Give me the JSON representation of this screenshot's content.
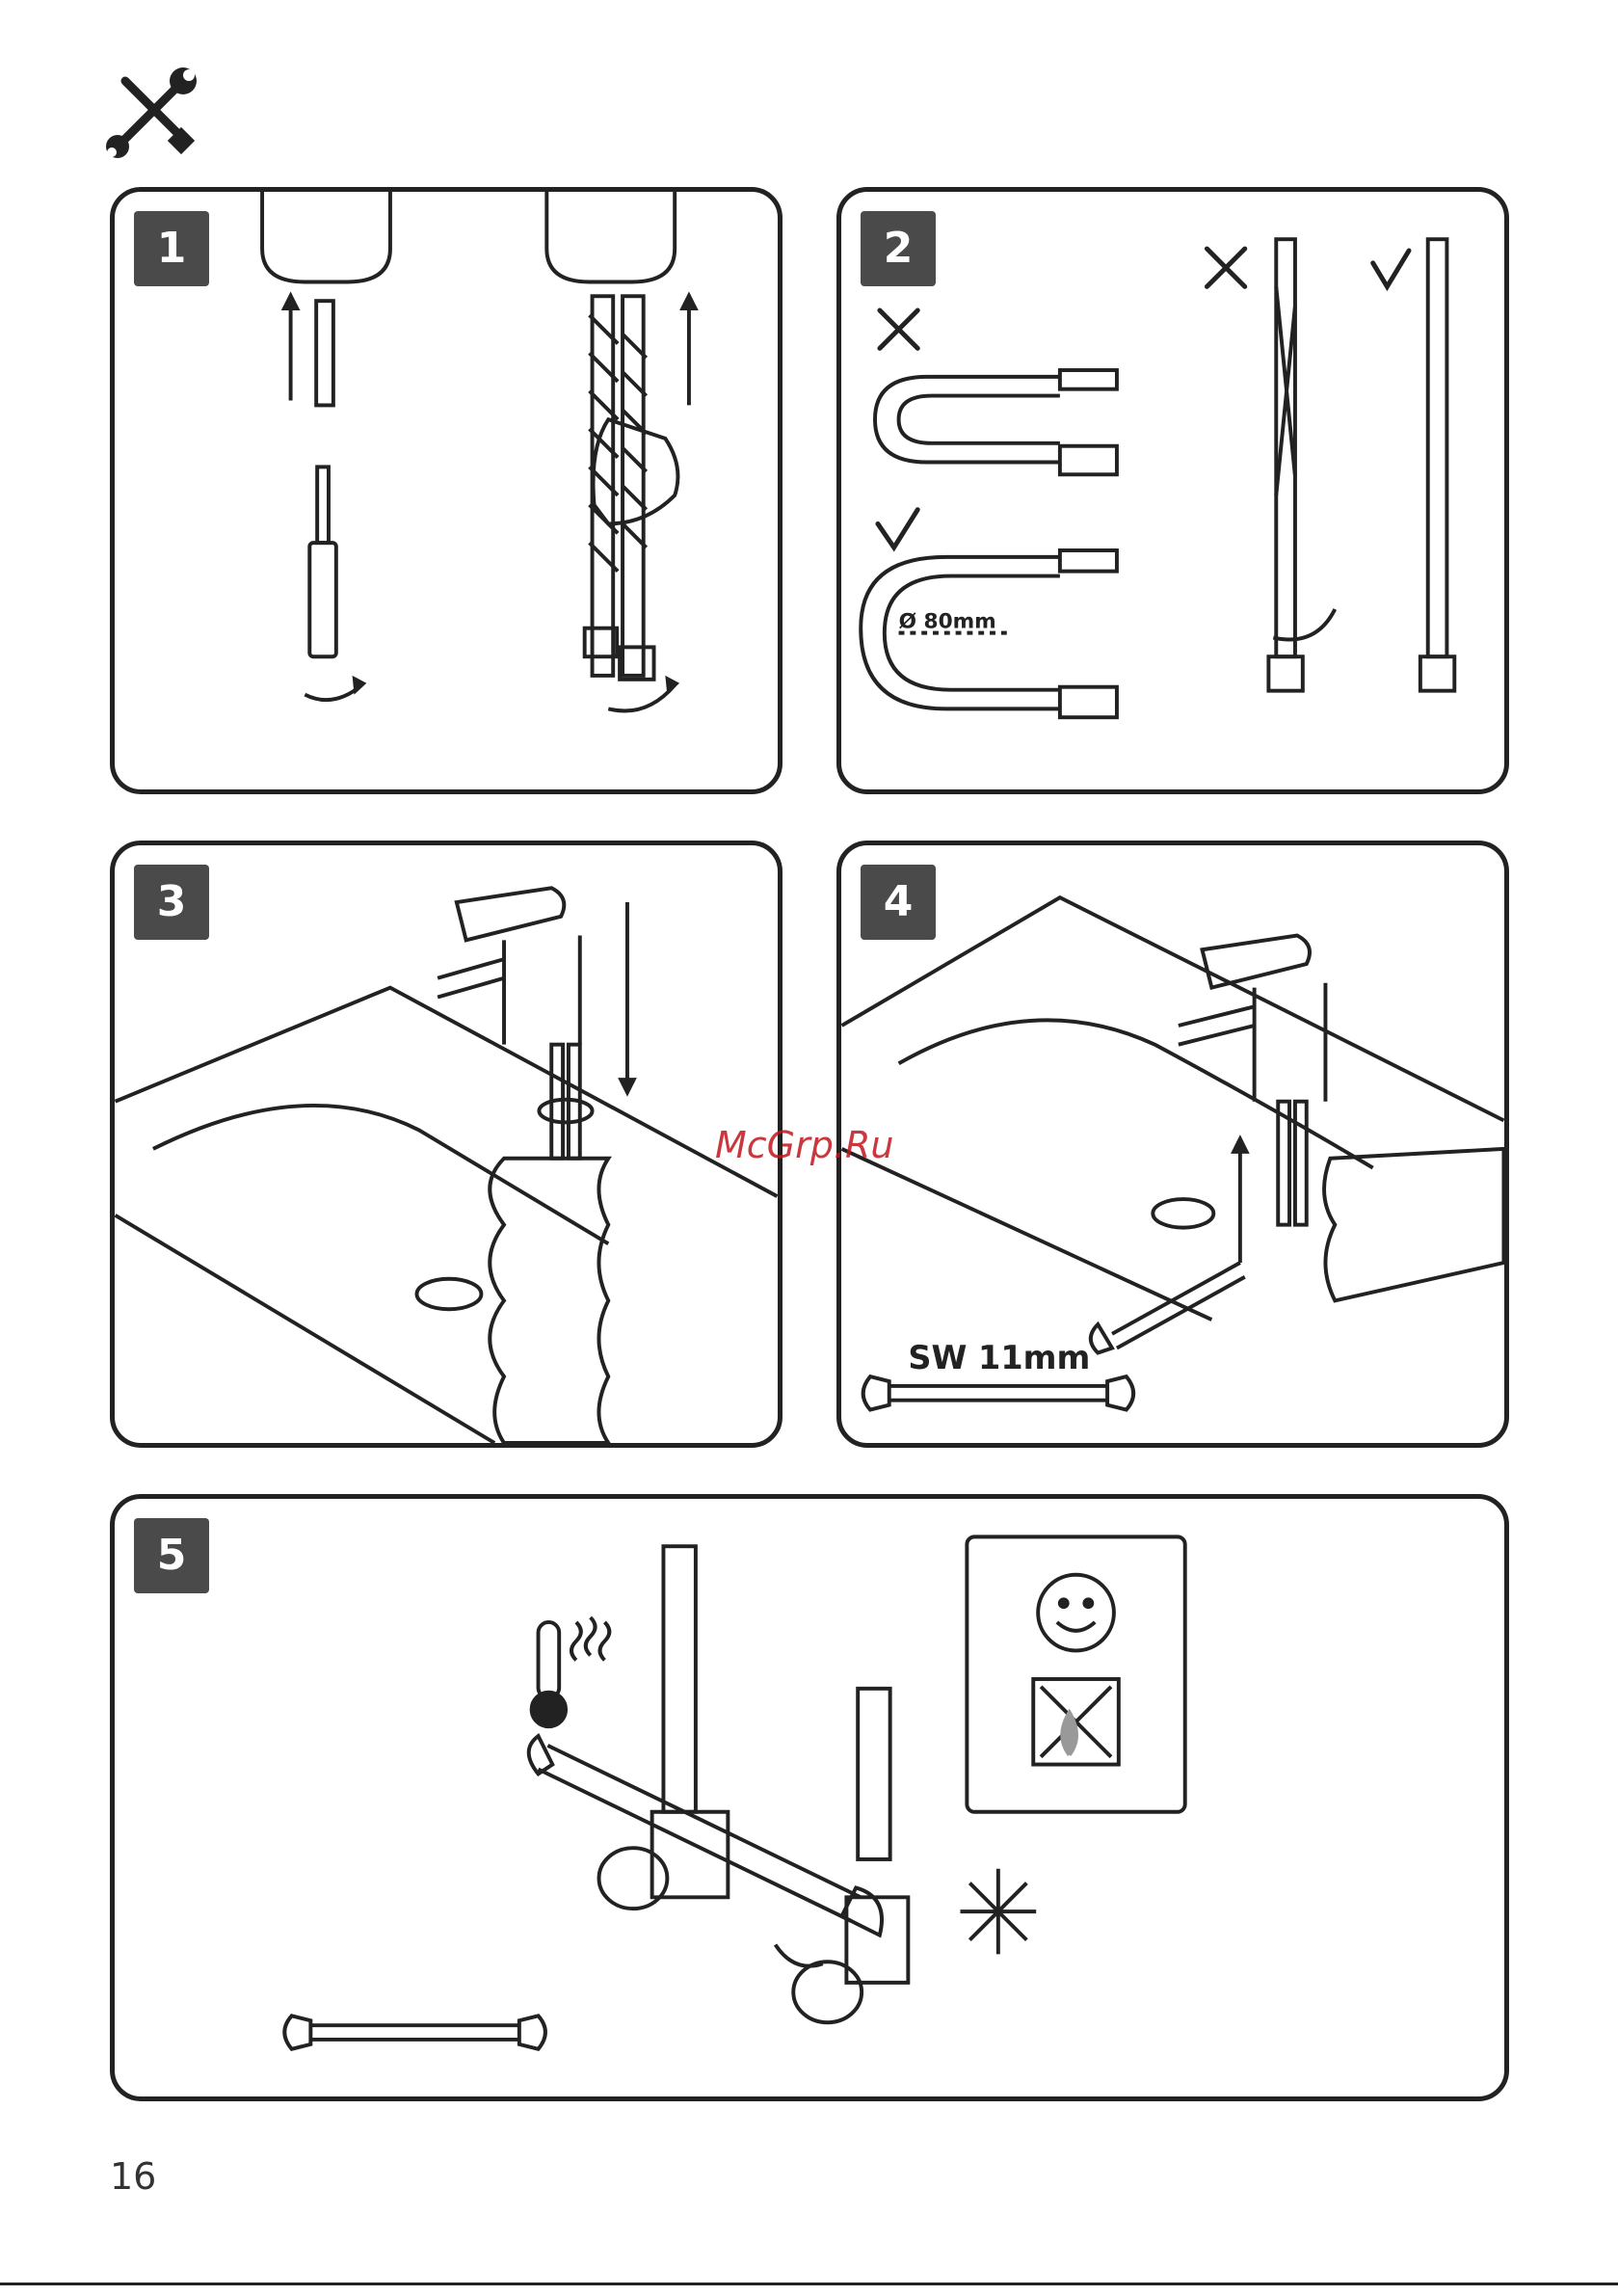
{
  "header": {
    "icon": "tools-icon"
  },
  "panels": [
    {
      "step": "1"
    },
    {
      "step": "2",
      "hose_diameter_label": "Ø 80mm"
    },
    {
      "step": "3"
    },
    {
      "step": "4",
      "wrench_size_label": "SW 11mm"
    },
    {
      "step": "5"
    }
  ],
  "watermark": "McGrp.Ru",
  "page_number": "16"
}
